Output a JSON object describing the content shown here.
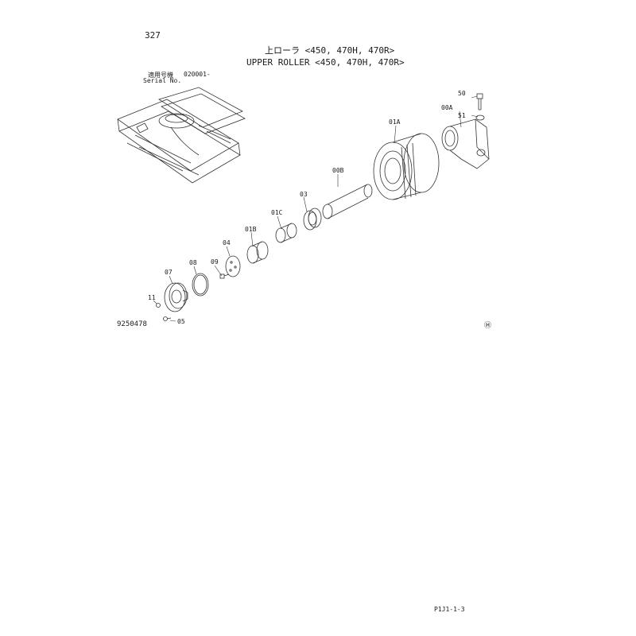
{
  "page": {
    "number": "327"
  },
  "title": {
    "japanese": "上ローラ <450, 470H, 470R>",
    "english": "UPPER ROLLER <450, 470H, 470R>"
  },
  "serial": {
    "label_jp": "適用号機",
    "label_en": "Serial No.",
    "value": "020001-"
  },
  "document": {
    "code": "9250478",
    "footer": "P1J1-1-3",
    "mark": "Ⓗ"
  },
  "callouts": {
    "c50": "50",
    "c00A": "00A",
    "c51": "51",
    "c01A": "01A",
    "c00B": "00B",
    "c03": "03",
    "c01C": "01C",
    "c01B": "01B",
    "c04": "04",
    "c09": "09",
    "c08": "08",
    "c07": "07",
    "c11": "11",
    "c05": "05"
  }
}
